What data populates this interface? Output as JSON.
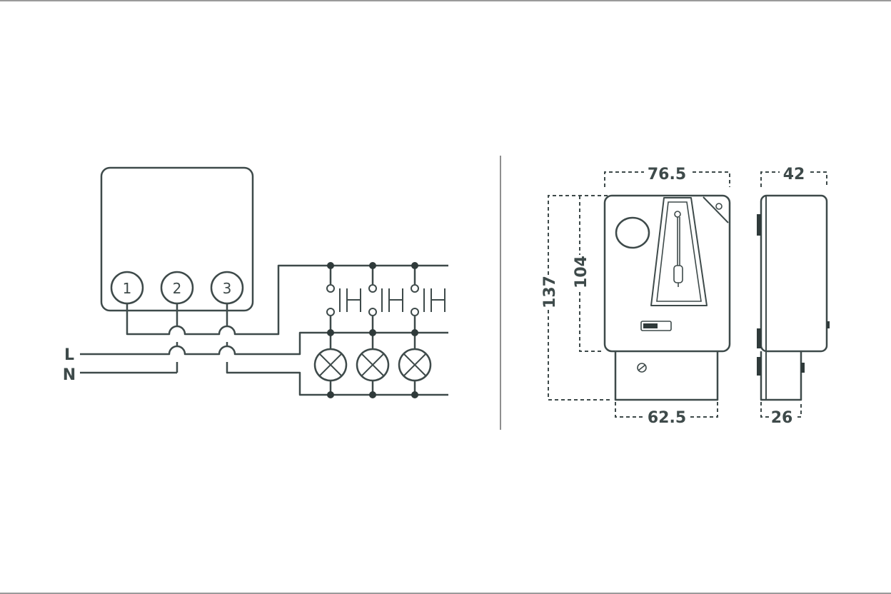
{
  "wiring": {
    "terminals": [
      "1",
      "2",
      "3"
    ],
    "line_label": "L",
    "neutral_label": "N"
  },
  "dimensions": {
    "front_width": "76.5",
    "depth_top": "42",
    "total_height": "137",
    "body_height": "104",
    "base_width": "62.5",
    "base_depth": "26"
  },
  "colors": {
    "line": "#3e4a4a",
    "background": "#ffffff",
    "frame": "#9a9a9a"
  }
}
